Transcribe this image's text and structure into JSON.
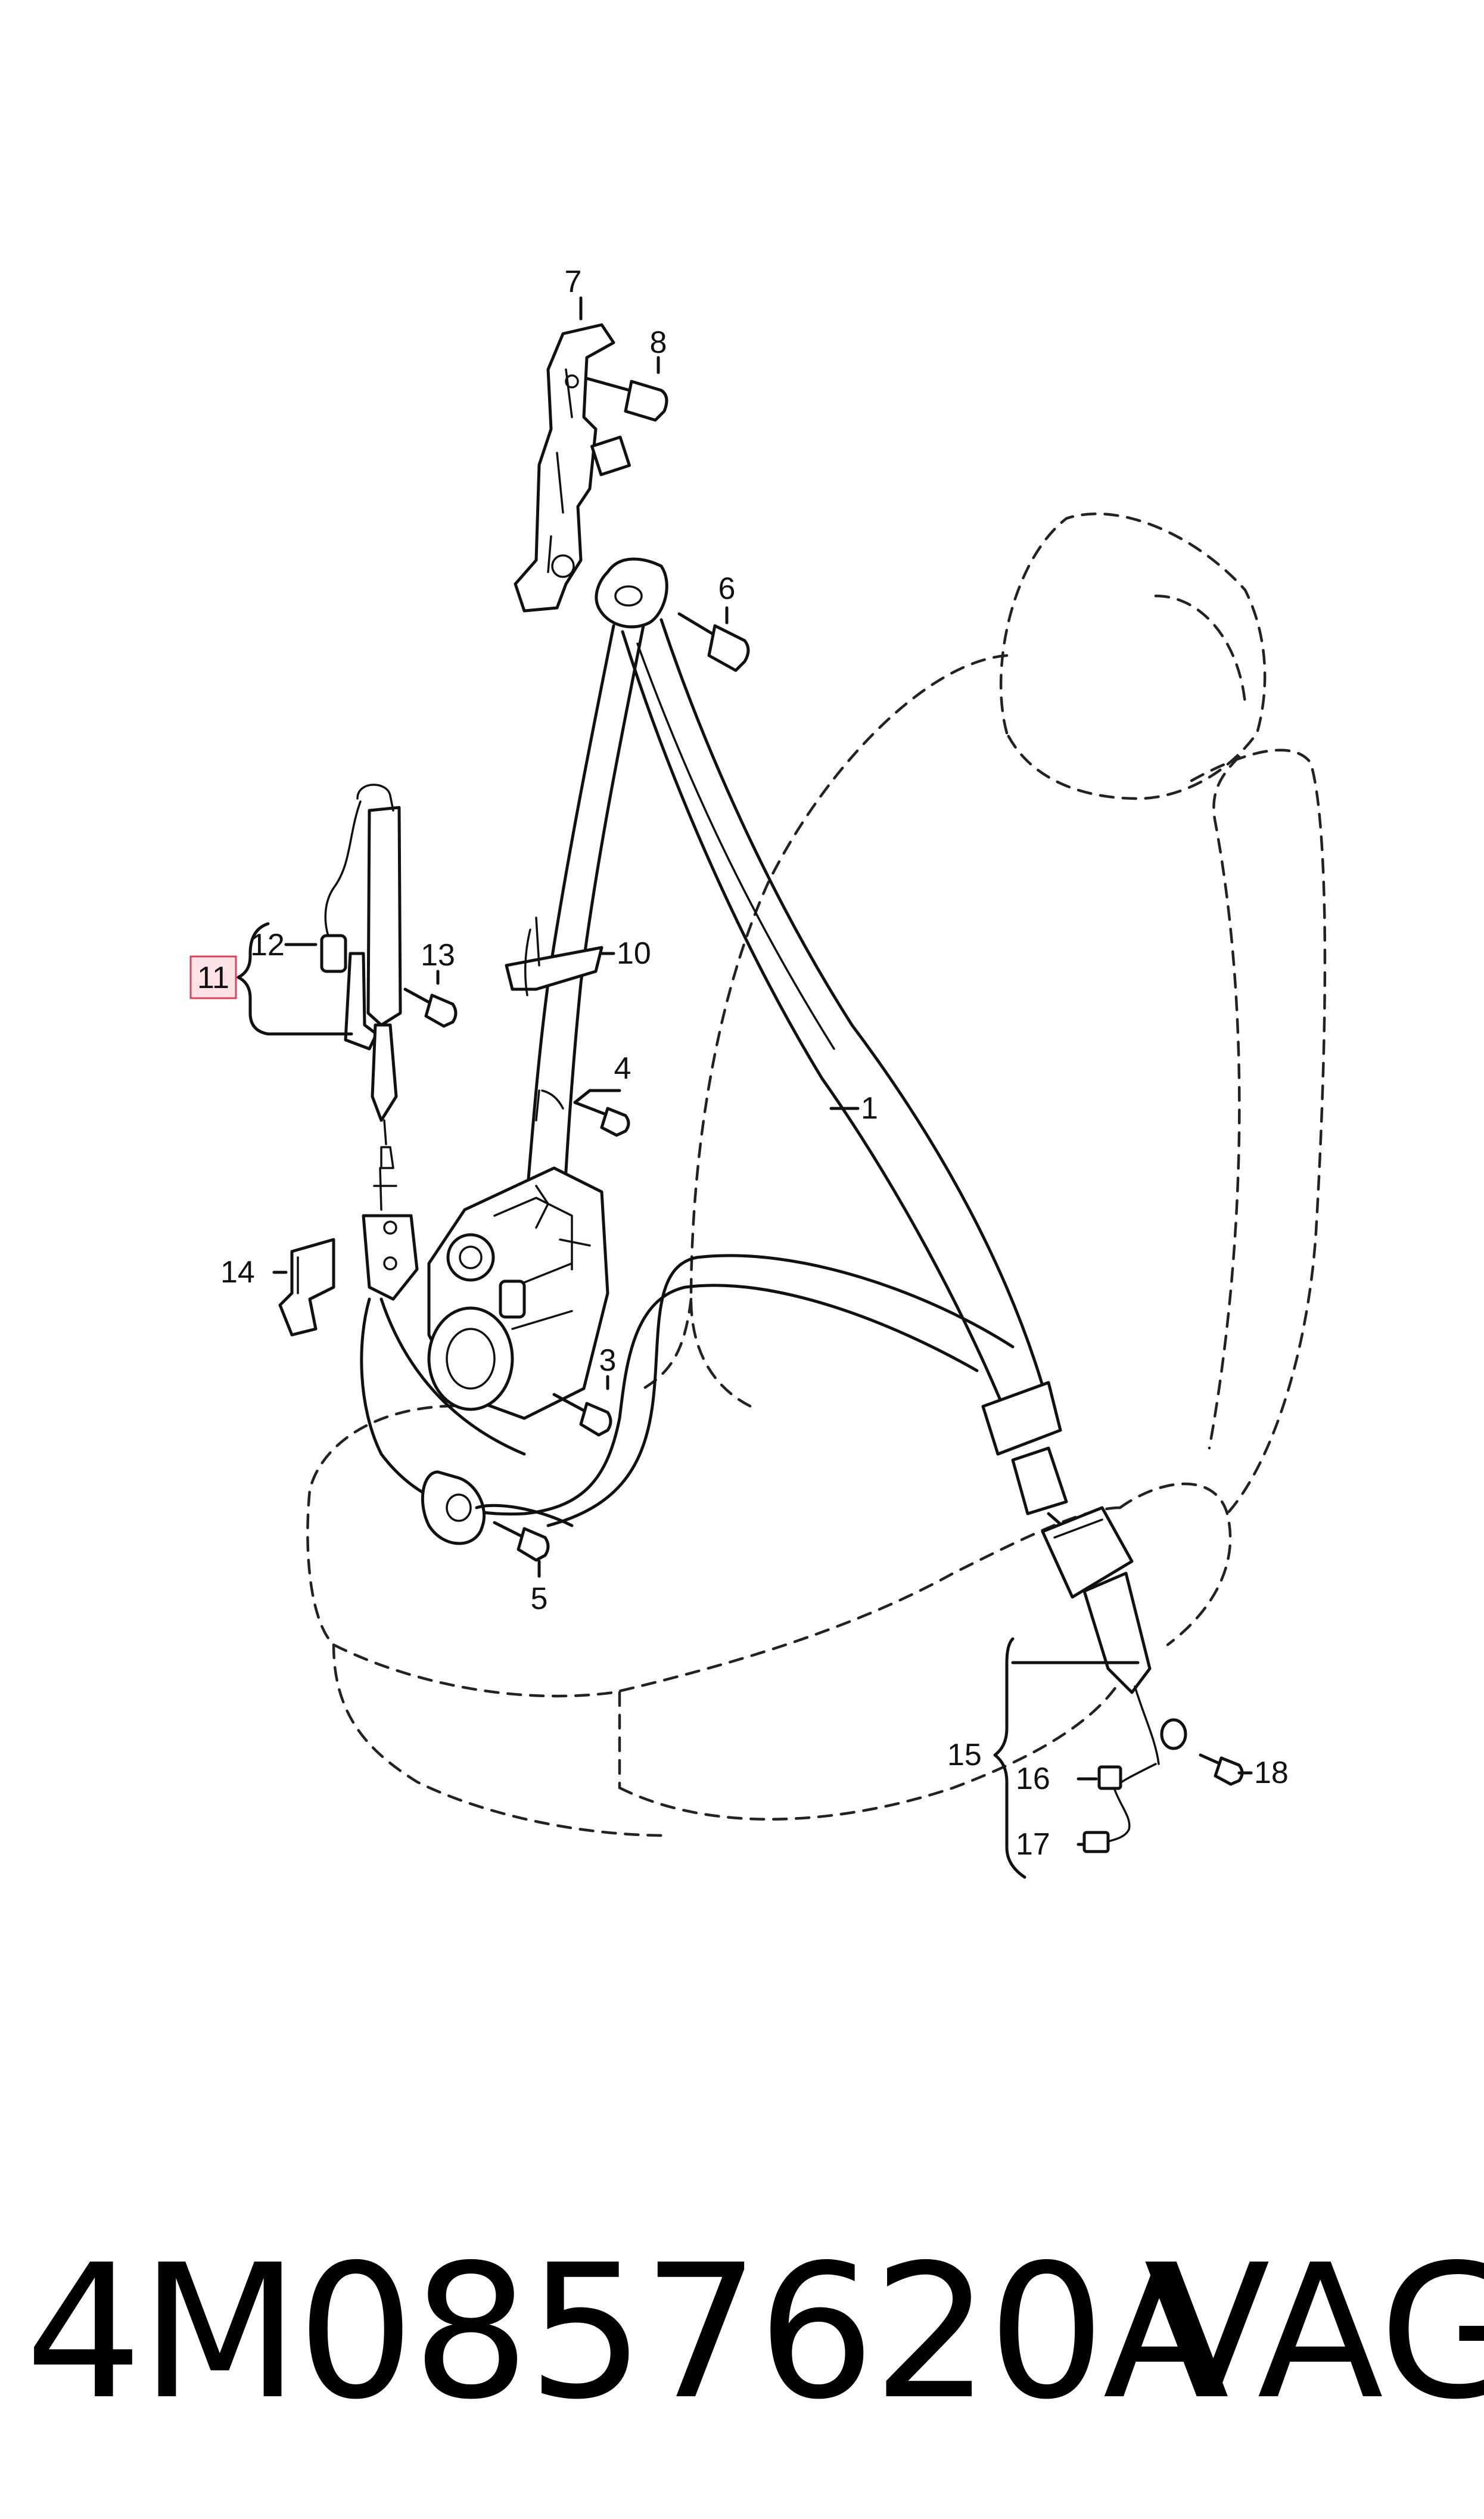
{
  "diagram": {
    "callouts": {
      "c1": "1",
      "c3": "3",
      "c4": "4",
      "c5": "5",
      "c6": "6",
      "c7": "7",
      "c8": "8",
      "c10": "10",
      "c11": "11",
      "c12": "12",
      "c13": "13",
      "c14": "14",
      "c15": "15",
      "c16": "16",
      "c17": "17",
      "c18": "18"
    },
    "highlighted_callout": "11",
    "highlight_color": "#fde3e6",
    "highlight_border_color": "#d9455a"
  },
  "footer": {
    "part_number": "4M0857620A",
    "brand": "VAG"
  }
}
